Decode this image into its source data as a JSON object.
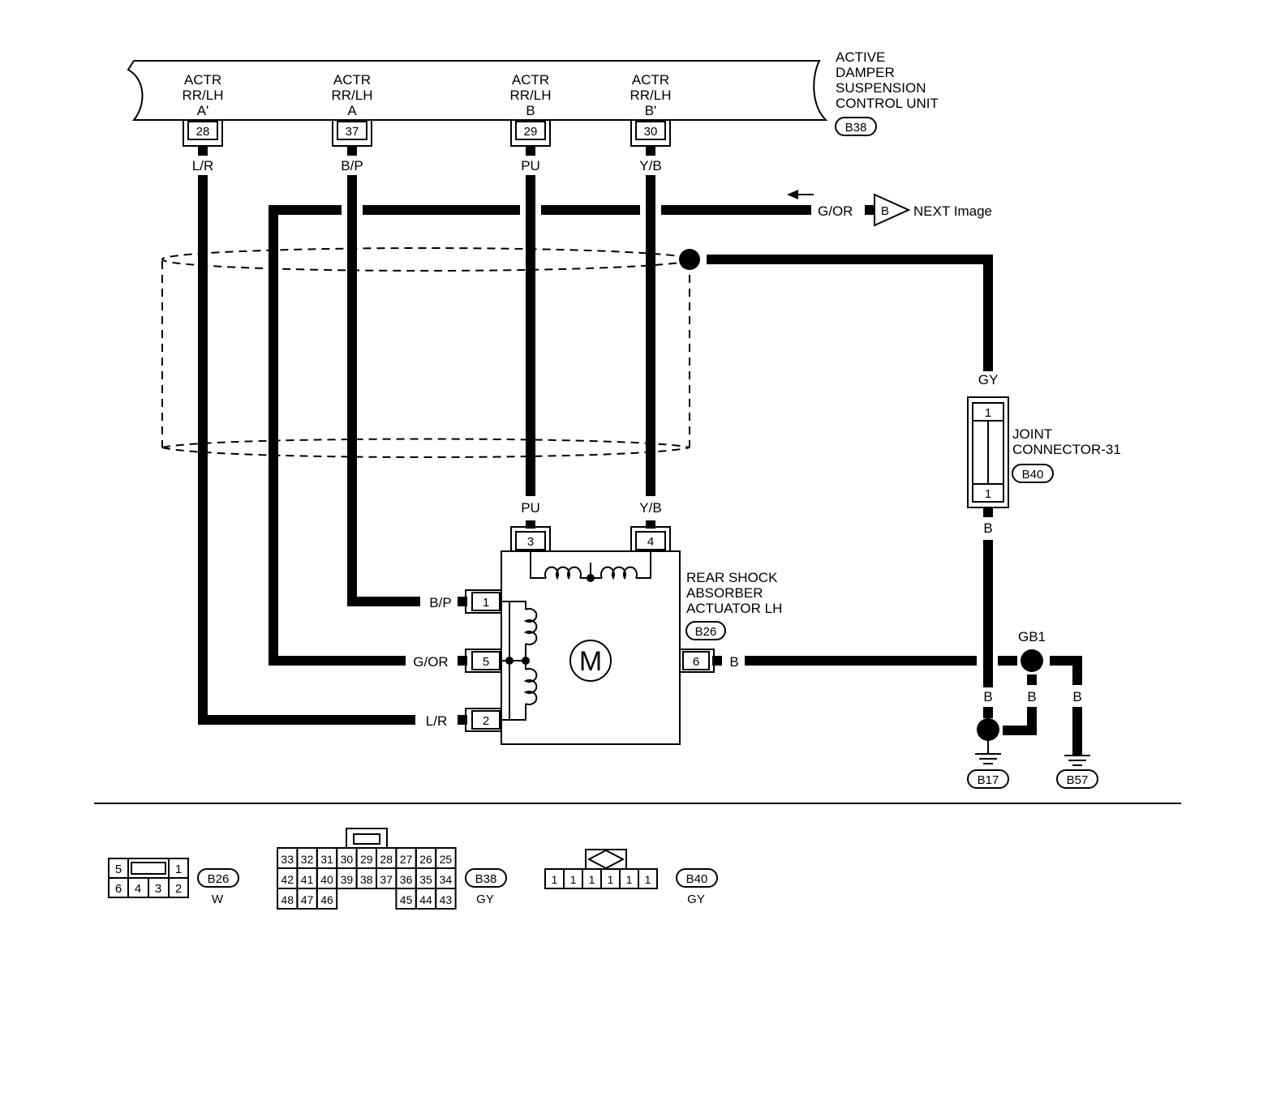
{
  "control_unit": {
    "name_lines": [
      "ACTIVE",
      "DAMPER",
      "SUSPENSION",
      "CONTROL UNIT"
    ],
    "connector": "B38",
    "terminals": [
      {
        "pin": "28",
        "lines": [
          "ACTR",
          "RR/LH",
          "A'"
        ],
        "wire": "L/R"
      },
      {
        "pin": "37",
        "lines": [
          "ACTR",
          "RR/LH",
          "A"
        ],
        "wire": "B/P"
      },
      {
        "pin": "29",
        "lines": [
          "ACTR",
          "RR/LH",
          "B"
        ],
        "wire": "PU"
      },
      {
        "pin": "30",
        "lines": [
          "ACTR",
          "RR/LH",
          "B'"
        ],
        "wire": "Y/B"
      }
    ]
  },
  "next_page": {
    "wire": "G/OR",
    "ref": "B",
    "text": "NEXT Image"
  },
  "joint_connector": {
    "name_lines": [
      "JOINT",
      "CONNECTOR-31"
    ],
    "connector": "B40",
    "pin_top": "1",
    "pin_bottom": "1",
    "wire_in": "GY",
    "wire_out": "B"
  },
  "actuator": {
    "name_lines": [
      "REAR SHOCK",
      "ABSORBER",
      "ACTUATOR LH"
    ],
    "connector": "B26",
    "motor_symbol": "M",
    "pins": {
      "p3": {
        "pin": "3",
        "wire": "PU"
      },
      "p4": {
        "pin": "4",
        "wire": "Y/B"
      },
      "p1": {
        "pin": "1",
        "wire": "B/P"
      },
      "p5": {
        "pin": "5",
        "wire": "G/OR"
      },
      "p2": {
        "pin": "2",
        "wire": "L/R"
      },
      "p6": {
        "pin": "6",
        "wire": "B"
      }
    }
  },
  "grounds": {
    "junction": "GB1",
    "wire_joint": "B",
    "wire_left": "B",
    "wire_mid": "B",
    "wire_right": "B",
    "ground1": "B17",
    "ground2": "B57"
  },
  "connector_views": {
    "b26": {
      "id": "B26",
      "color": "W",
      "top": [
        "5",
        "1"
      ],
      "bottom": [
        "6",
        "4",
        "3",
        "2"
      ]
    },
    "b38": {
      "id": "B38",
      "color": "GY",
      "row1": [
        "33",
        "32",
        "31",
        "30",
        "29",
        "28",
        "27",
        "26",
        "25"
      ],
      "row2": [
        "42",
        "41",
        "40",
        "39",
        "38",
        "37",
        "36",
        "35",
        "34"
      ],
      "row3_left": [
        "48",
        "47",
        "46"
      ],
      "row3_right": [
        "45",
        "44",
        "43"
      ]
    },
    "b40": {
      "id": "B40",
      "color": "GY",
      "pins": [
        "1",
        "1",
        "1",
        "1",
        "1",
        "1"
      ]
    }
  }
}
